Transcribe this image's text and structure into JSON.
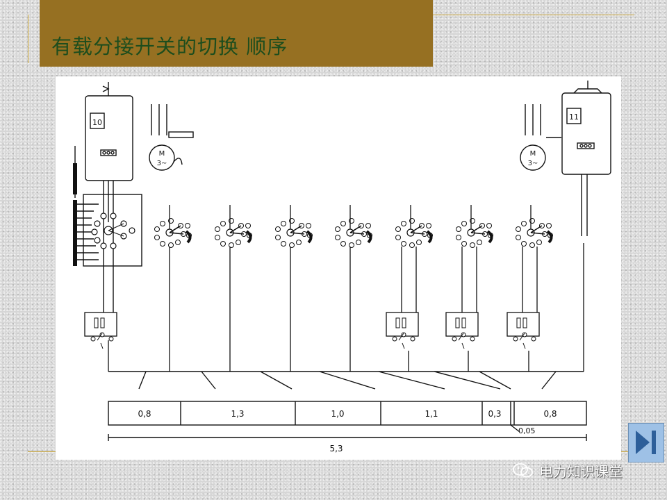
{
  "slide": {
    "title": "有载分接开关的切换 顺序",
    "colors": {
      "title_bar": "#967022",
      "title_text": "#1d4d1d",
      "accent_line": "#c9a53a",
      "nav_button": "#9ec1e6"
    }
  },
  "diagram": {
    "left_box_label": "10",
    "right_box_label": "11",
    "motor_label_top": "M",
    "motor_label_bottom": "3~",
    "timeline_segments": [
      "0,8",
      "1,3",
      "1,0",
      "1,1",
      "0,3",
      "0,8"
    ],
    "gap_label": "0,05",
    "total_label": "5,3"
  },
  "navigation": {
    "next_icon": "next-slide-icon"
  },
  "watermark": {
    "icon": "wechat-icon",
    "text": "电力知识课堂"
  }
}
